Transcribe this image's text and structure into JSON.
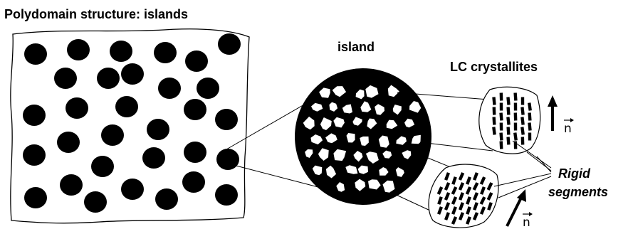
{
  "labels": {
    "title": "Polydomain structure: islands",
    "island": "island",
    "crystallites": "LC crystallites",
    "rigid_line1": "Rigid",
    "rigid_line2": "segments",
    "director": "n"
  },
  "colors": {
    "ink": "#000000",
    "background": "#ffffff"
  }
}
